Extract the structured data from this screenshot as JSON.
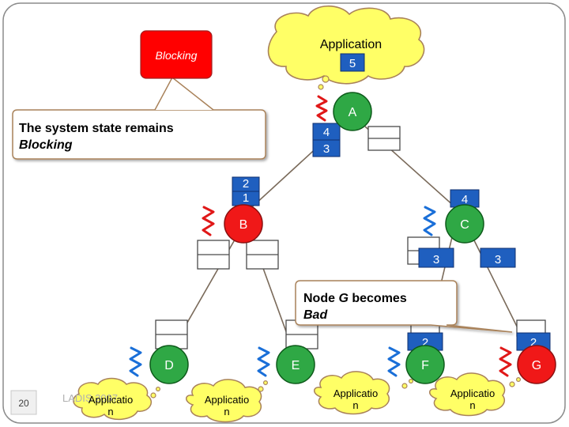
{
  "colors": {
    "node_green": "#2fa845",
    "node_green_dark": "#0d5a1a",
    "node_red": "#f01818",
    "box_blue": "#1f5fbf",
    "cloud_yellow": "#ffff66",
    "blocking_red": "#ff0000",
    "callout_border": "#a9825a",
    "callout_fill": "#ffffff",
    "tree_line": "#7a6a5a",
    "squiggle_red": "#e01818",
    "squiggle_blue": "#1a6fd8"
  },
  "blocking_label": "Blocking",
  "app_cloud": {
    "label": "Application",
    "value": "5"
  },
  "callout_system": {
    "line1": "The system state remains",
    "line2": "Blocking"
  },
  "callout_badnode": {
    "line1_prefix": "Node ",
    "line1_node": "G",
    "line1_suffix": " becomes",
    "line2": "Bad"
  },
  "nodes": {
    "A": {
      "label": "A",
      "color": "green",
      "values": [
        "4",
        "3"
      ]
    },
    "B": {
      "label": "B",
      "color": "red",
      "values": [
        "2",
        "1"
      ]
    },
    "C": {
      "label": "C",
      "color": "green",
      "values": [
        "4"
      ]
    },
    "D": {
      "label": "D",
      "color": "green",
      "values": []
    },
    "E": {
      "label": "E",
      "color": "green",
      "values": []
    },
    "F": {
      "label": "F",
      "color": "green",
      "values": [
        "2"
      ]
    },
    "G": {
      "label": "G",
      "color": "red",
      "values": [
        "2"
      ]
    }
  },
  "c_child_values": [
    "3",
    "3"
  ],
  "leaf_clouds": [
    "Applicatio\nn",
    "Applicatio\nn",
    "Applicatio\nn",
    "Applicatio\nn"
  ],
  "footer": {
    "page_number": "20",
    "overlapped_label": "LADIS 2007"
  }
}
